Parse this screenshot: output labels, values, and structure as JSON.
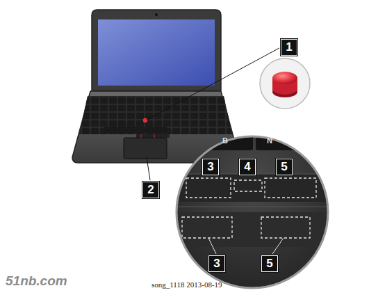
{
  "diagram": {
    "labels": [
      "1",
      "2",
      "B",
      "N",
      "3",
      "4",
      "5",
      "3",
      "5",
      "51nb.com",
      "song_1118 2013-08-19"
    ]
  }
}
